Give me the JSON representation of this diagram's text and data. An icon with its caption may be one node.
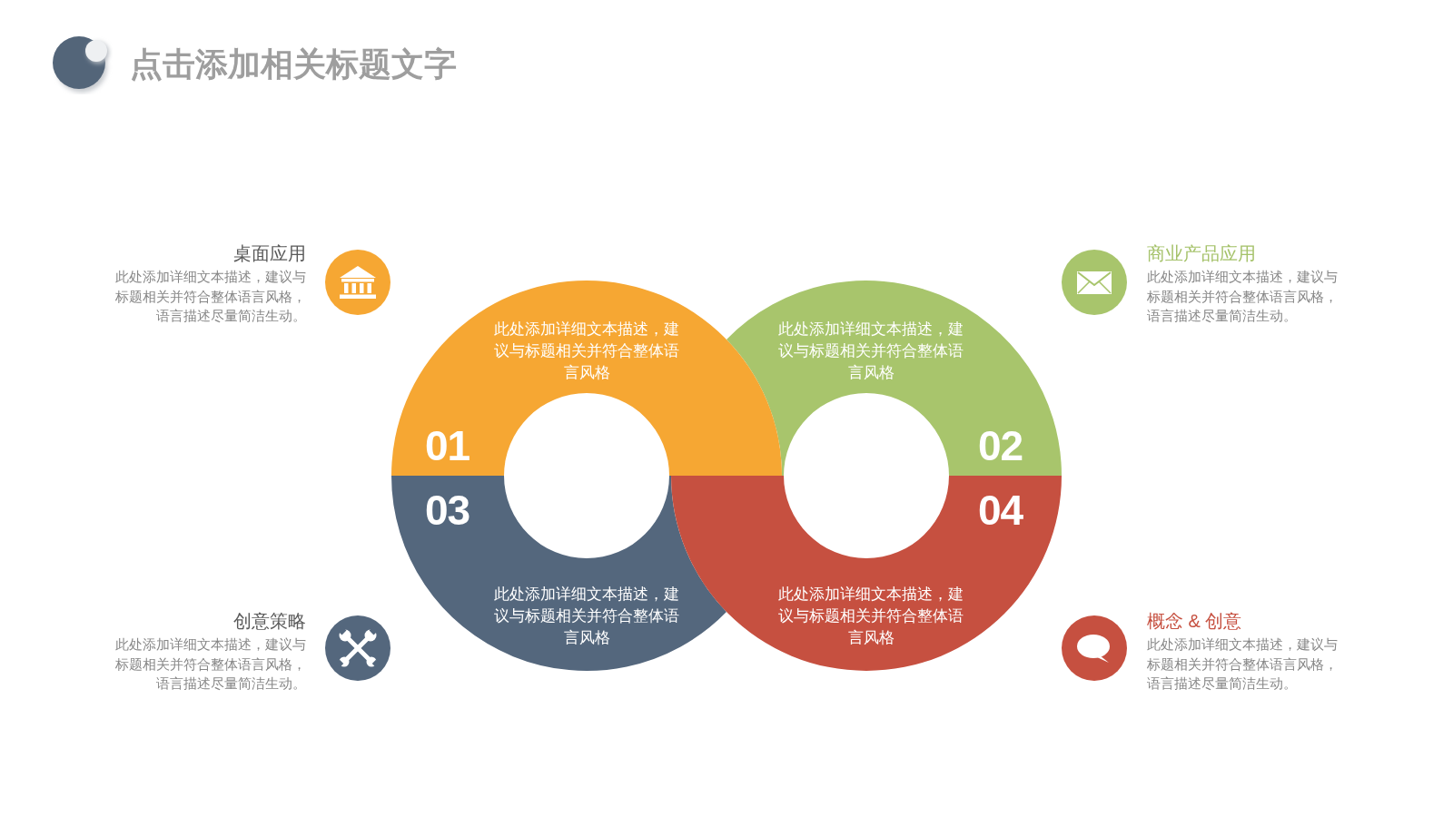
{
  "diagram": {
    "title": "点击添加相关标题文字",
    "nodes": [
      {
        "text": [
          "01",
          "此处添加详细文本描述，建议与标题相关并符合整体语言风格"
        ]
      },
      {
        "text": [
          "02",
          "此处添加详细文本描述，建议与标题相关并符合整体语言风格"
        ]
      },
      {
        "text": [
          "03",
          "此处添加详细文本描述，建议与标题相关并符合整体语言风格"
        ]
      },
      {
        "text": [
          "04",
          "此处添加详细文本描述，建议与标题相关并符合整体语言风格"
        ]
      }
    ],
    "labels": [
      "桌面应用",
      "此处添加详细文本描述，建议与标题相关并符合整体语言风格，语言描述尽量简洁生动。",
      "商业产品应用",
      "此处添加详细文本描述，建议与标题相关并符合整体语言风格，语言描述尽量简洁生动。",
      "创意策略",
      "此处添加详细文本描述，建议与标题相关并符合整体语言风格，语言描述尽量简洁生动。",
      "概念 & 创意",
      "此处添加详细文本描述，建议与标题相关并符合整体语言风格，语言描述尽量简洁生动。"
    ]
  }
}
